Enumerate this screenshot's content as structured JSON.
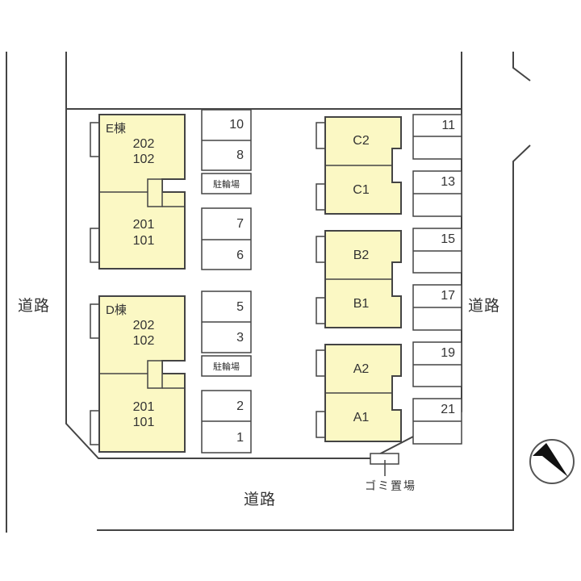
{
  "roads": {
    "west": "道路",
    "east": "道路",
    "south": "道路"
  },
  "colors": {
    "building_fill": "#fbf8c4",
    "line": "#444444",
    "background": "#ffffff"
  },
  "buildings": {
    "E": {
      "name": "E棟",
      "upper": [
        "202",
        "102"
      ],
      "lower": [
        "201",
        "101"
      ]
    },
    "D": {
      "name": "D棟",
      "upper": [
        "202",
        "102"
      ],
      "lower": [
        "201",
        "101"
      ]
    },
    "C": {
      "upper": "C2",
      "lower": "C1"
    },
    "B": {
      "upper": "B2",
      "lower": "B1"
    },
    "A": {
      "upper": "A2",
      "lower": "A1"
    }
  },
  "parking_left": [
    "10",
    "8",
    "7",
    "6",
    "5",
    "3",
    "2",
    "1"
  ],
  "parking_right": [
    "11",
    "13",
    "15",
    "17",
    "19",
    "21"
  ],
  "bicycle_parking": [
    "駐輪場",
    "駐輪場"
  ],
  "trash_area": "ゴミ置場",
  "compass": "compass-north-arrow"
}
